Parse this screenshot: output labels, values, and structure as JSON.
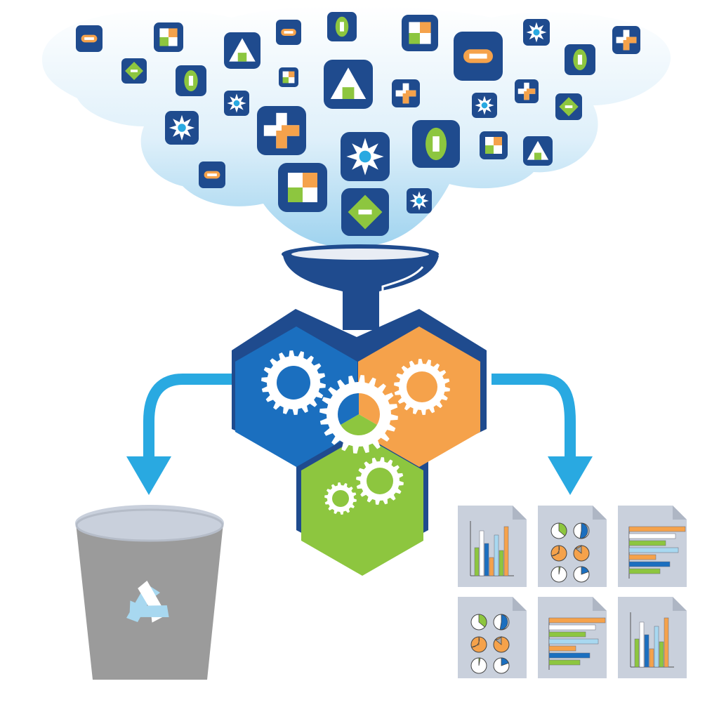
{
  "colors": {
    "background": "#ffffff",
    "navy": "#1f4b8e",
    "dark_navy": "#173f7a",
    "blue": "#1b6fbf",
    "orange": "#f5a24b",
    "green": "#8dc63f",
    "sky": "#29a9e1",
    "cloud_top": "#ffffff",
    "cloud_bottom": "#9fd3ef",
    "bin_gray": "#9b9b9b",
    "bin_lid": "#c9d0dc",
    "recycle": "#a8d8f0",
    "doc_paper": "#c9d0dc"
  },
  "icon_kinds": [
    "pill-icon",
    "plus-icon",
    "triangle-icon",
    "checker-icon",
    "diamond-icon",
    "oval-icon",
    "star-icon"
  ],
  "diagram": {
    "source": "data-cloud",
    "processor": "gear-hexagon-cluster",
    "outputs": [
      "recycle-bin",
      "report-documents"
    ],
    "document_kinds": [
      "bar-chart-document",
      "pie-grid-document",
      "hbar-chart-document",
      "pie-grid-document",
      "hbar-chart-document",
      "bar-chart-document"
    ]
  }
}
